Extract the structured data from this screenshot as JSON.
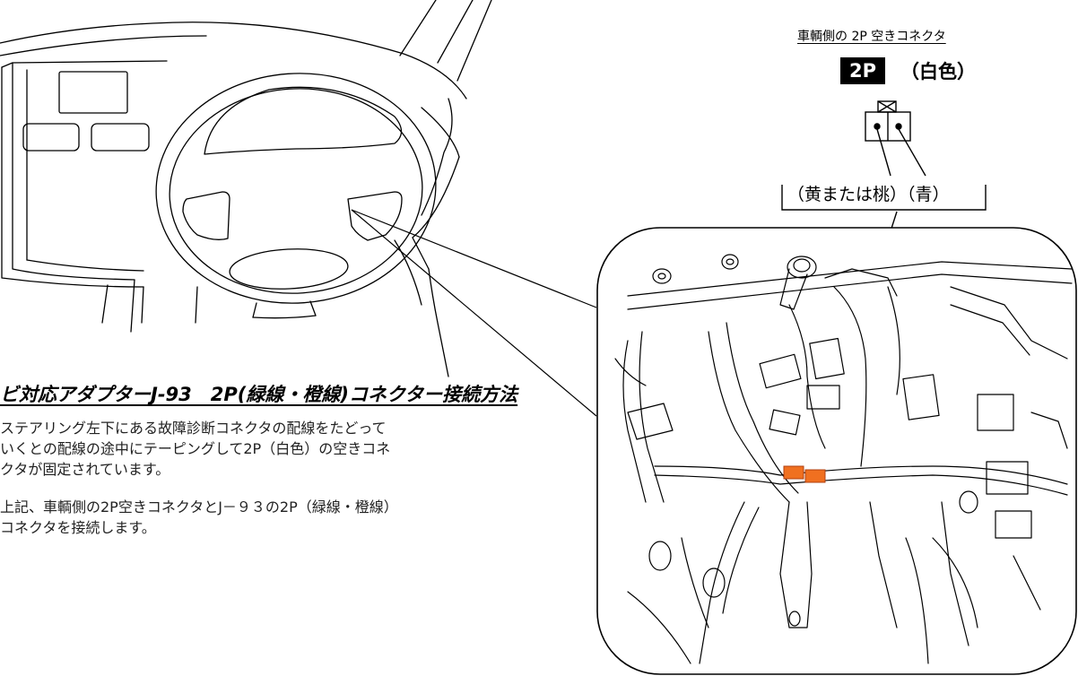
{
  "connector": {
    "title": "車輌側の 2P 空きコネクタ",
    "badge": "2P",
    "color_label": "（白色）",
    "pin_labels": "（黄または桃）（青）"
  },
  "instructions": {
    "heading": "ビ対応アダプターJ-93　2P(緑線・橙線)コネクター接続方法",
    "paragraph1": [
      "ステアリング左下にある故障診断コネクタの配線をたどって",
      "いくとの配線の途中にテーピングして2P（白色）の空きコネ",
      "クタが固定されています。"
    ],
    "paragraph2": [
      "上記、車輌側の2P空きコネクタとJ－９３の2P（緑線・橙線）",
      "コネクタを接続します。"
    ]
  },
  "colors": {
    "highlight_connector": "#f07020",
    "line": "#000000",
    "background": "#ffffff"
  }
}
